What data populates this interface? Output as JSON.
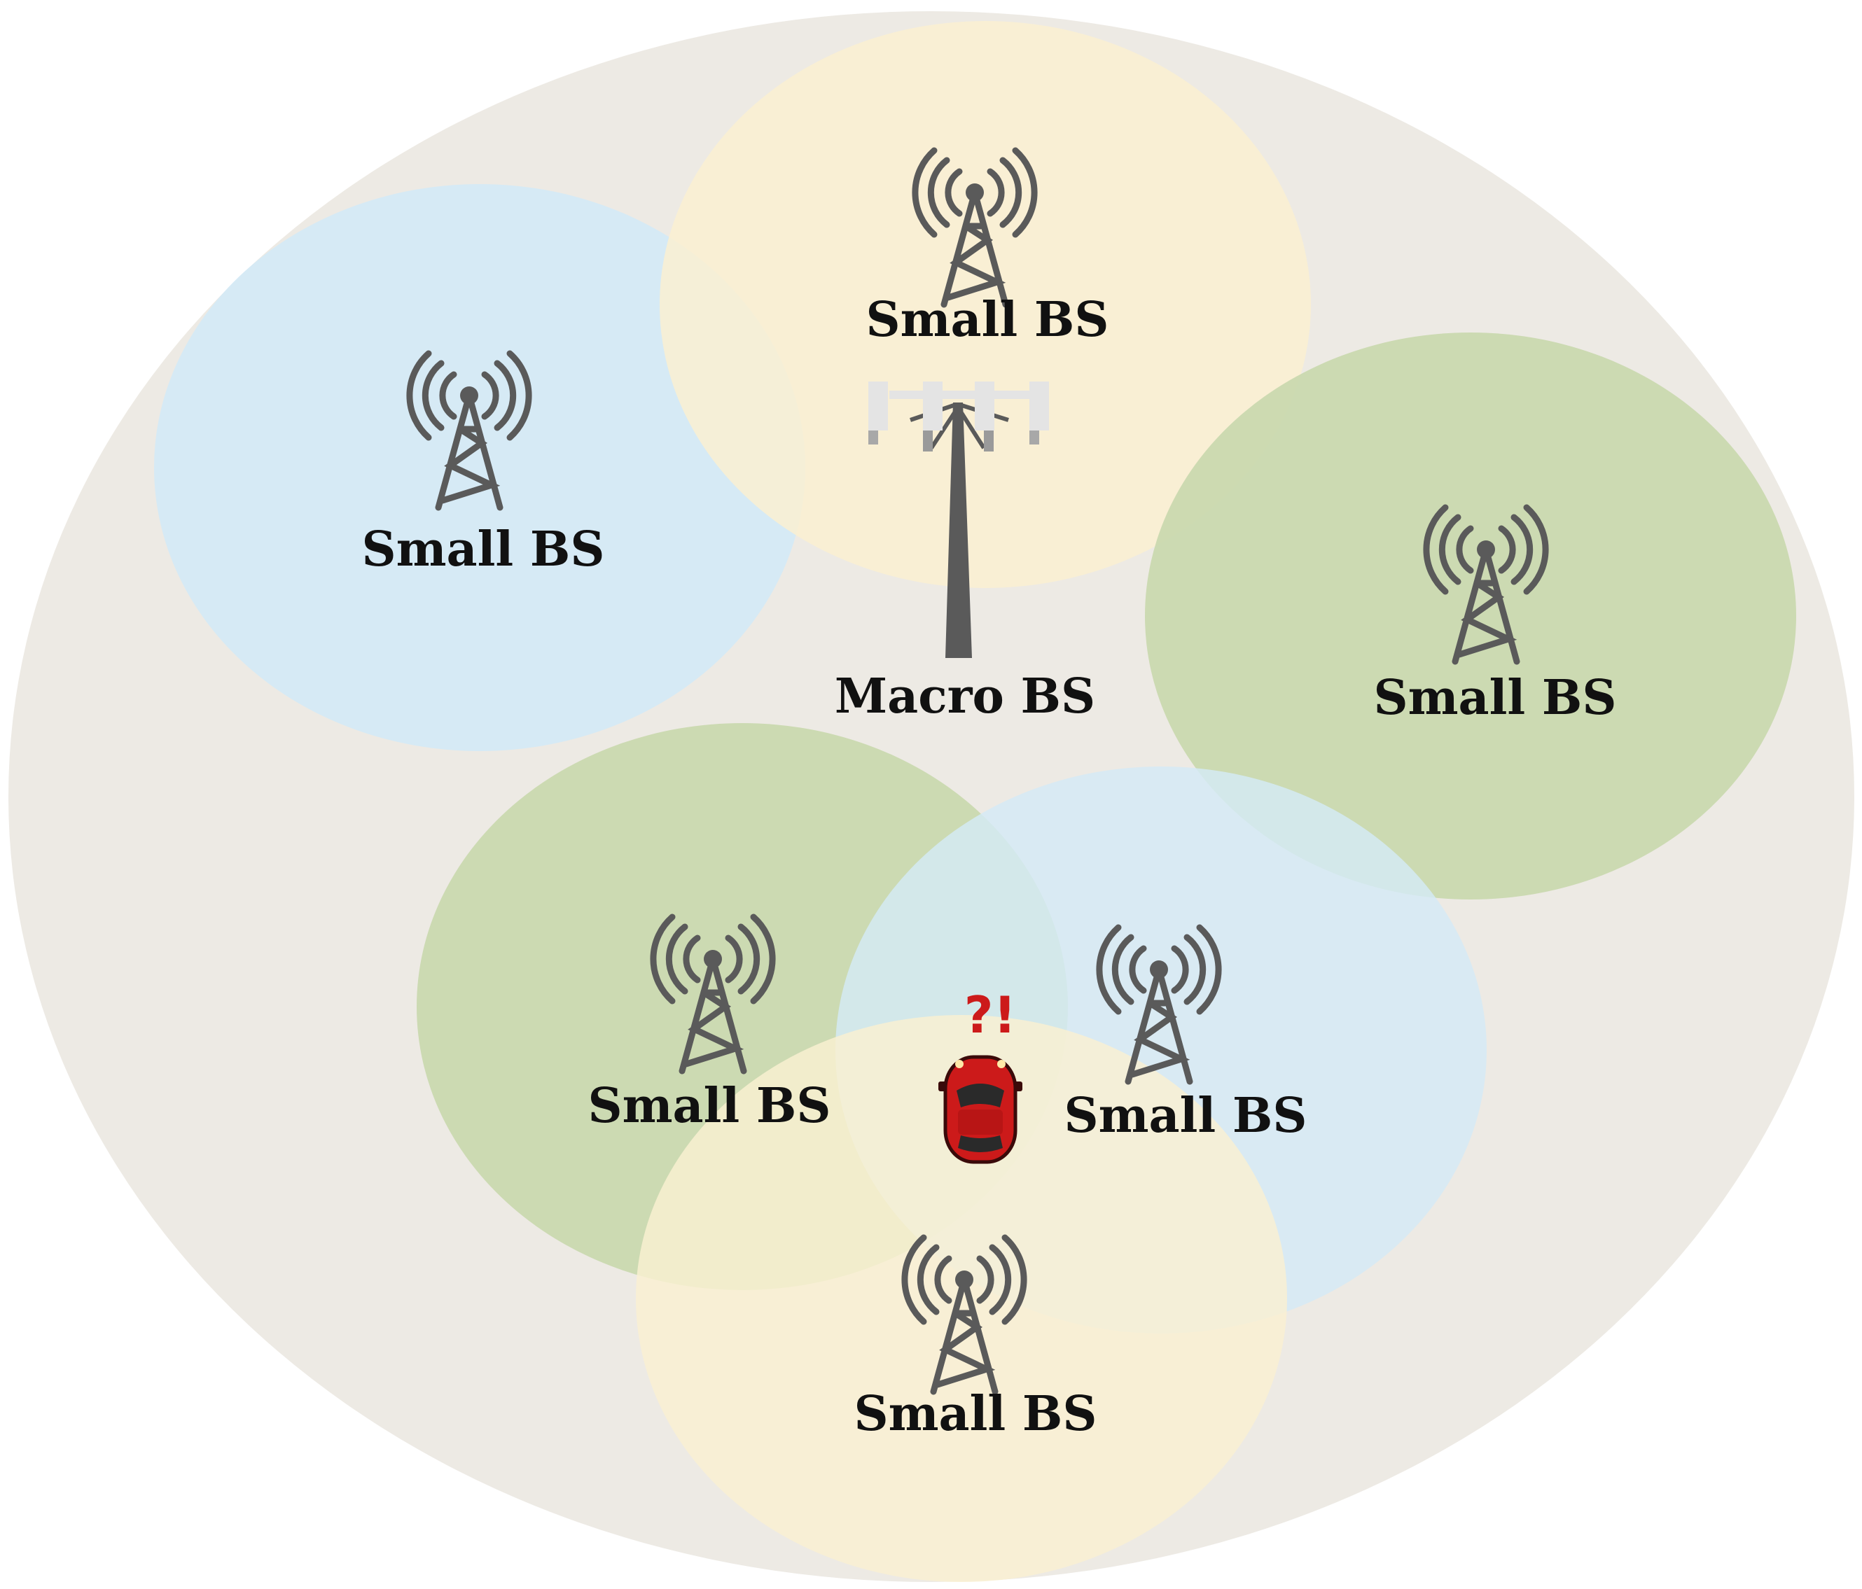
{
  "colors": {
    "macro_area": "#edeae4",
    "cell_blue": "#d4eaf6",
    "cell_yellow": "#faf0d2",
    "cell_green": "#c9d8ae",
    "tower": "#5a5a5a",
    "panel": "#e4e4e4",
    "car": "#cc1a1a",
    "alert": "#cc1a1a"
  },
  "macro": {
    "label": "Macro BS",
    "icon": "macro-tower-icon"
  },
  "cells": [
    {
      "label": "Small BS",
      "color": "cell_blue",
      "icon": "antenna-tower-icon"
    },
    {
      "label": "Small BS",
      "color": "cell_yellow",
      "icon": "antenna-tower-icon"
    },
    {
      "label": "Small BS",
      "color": "cell_green",
      "icon": "antenna-tower-icon"
    },
    {
      "label": "Small BS",
      "color": "cell_green",
      "icon": "antenna-tower-icon"
    },
    {
      "label": "Small BS",
      "color": "cell_blue",
      "icon": "antenna-tower-icon"
    },
    {
      "label": "Small BS",
      "color": "cell_yellow",
      "icon": "antenna-tower-icon"
    }
  ],
  "vehicle": {
    "icon": "car-icon",
    "alert": "?!"
  }
}
